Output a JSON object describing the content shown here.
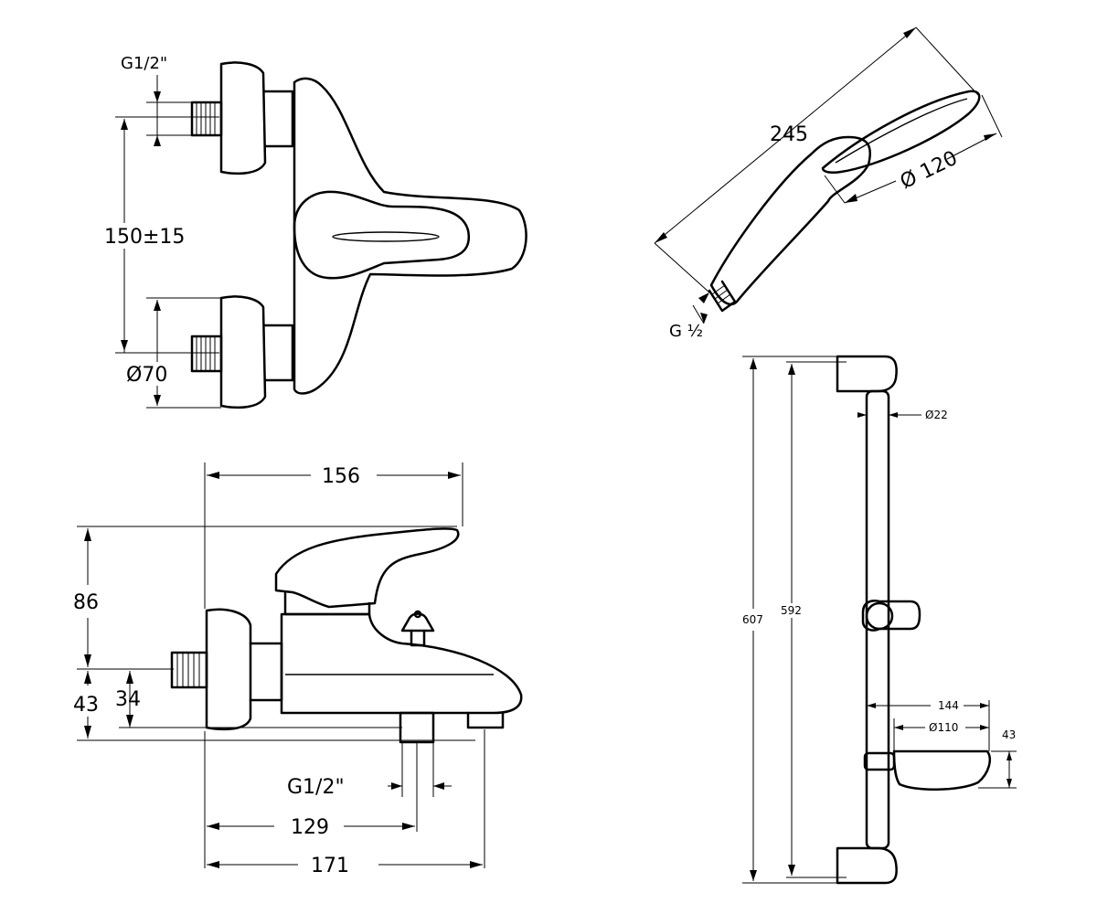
{
  "top_left": {
    "label_g12": "G1/2\"",
    "label_150": "150±15",
    "label_d70": "Ø70"
  },
  "bottom_left": {
    "label_156": "156",
    "label_86": "86",
    "label_43": "43",
    "label_34": "34",
    "label_g12": "G1/2\"",
    "label_129": "129",
    "label_171": "171"
  },
  "top_right": {
    "label_245": "245",
    "label_d120": "Ø 120",
    "label_g12": "G ½"
  },
  "bottom_right": {
    "label_607": "607",
    "label_592": "592",
    "label_d22": "Ø22",
    "label_144": "144",
    "label_d110": "Ø110",
    "label_43": "43"
  }
}
